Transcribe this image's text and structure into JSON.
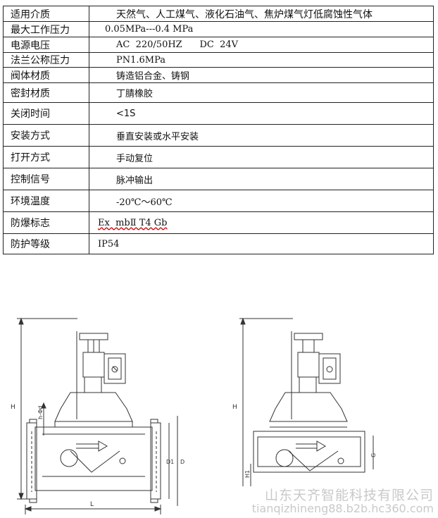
{
  "specs": [
    {
      "label": "适用介质",
      "value": "天然气、人工煤气、液化石油气、焦炉煤气灯低腐蚀性气体"
    },
    {
      "label": "最大工作压力",
      "value": "0.05MPa---0.4 MPa"
    },
    {
      "label": "电源电压",
      "value": "AC  220/50HZ      DC  24V"
    },
    {
      "label": "法兰公称压力",
      "value": "PN1.6MPa"
    },
    {
      "label": "阀体材质",
      "value": "铸造铝合金、铸钢"
    },
    {
      "label": "密封材质",
      "value": "丁腈橡胶"
    },
    {
      "label": "关闭时间",
      "value": "<1S"
    },
    {
      "label": "安装方式",
      "value": "垂直安装或水平安装"
    },
    {
      "label": "打开方式",
      "value": "手动复位"
    },
    {
      "label": "控制信号",
      "value": "脉冲输出"
    },
    {
      "label": "环境温度",
      "value": "-20℃～60℃"
    },
    {
      "label": "防爆标志",
      "value": "Ex  mbⅡ T4 Gb"
    },
    {
      "label": "防护等级",
      "value": "IP54"
    }
  ],
  "drawing": {
    "left_dims": {
      "height": "H",
      "length": "L",
      "small_height": "h-Φd",
      "d1": "D1",
      "d": "D"
    },
    "right_dims": {
      "height": "H",
      "small_height": "H1",
      "g": "G"
    }
  },
  "watermark": {
    "company": "山东天齐智能科技有限公司",
    "url": "tianqizhineng88.b2b.hc360.com"
  }
}
